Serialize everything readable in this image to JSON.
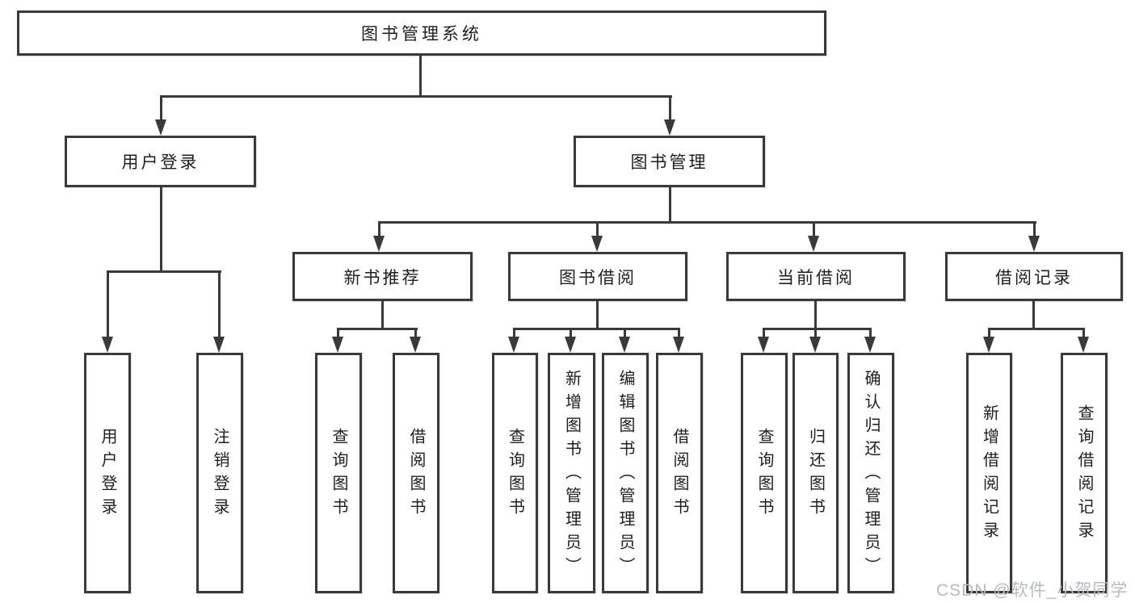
{
  "diagram_type": "hierarchy-tree",
  "colors": {
    "line": "#3a3a3a",
    "text": "#1e1e1e",
    "background": "#ffffff",
    "watermark": "#b5bbc2"
  },
  "tree": {
    "label": "图书管理系统",
    "children": [
      {
        "label": "用户登录",
        "children": [
          {
            "label": "用户登录"
          },
          {
            "label": "注销登录"
          }
        ]
      },
      {
        "label": "图书管理",
        "children": [
          {
            "label": "新书推荐",
            "children": [
              {
                "label": "查询图书"
              },
              {
                "label": "借阅图书"
              }
            ]
          },
          {
            "label": "图书借阅",
            "children": [
              {
                "label": "查询图书"
              },
              {
                "label": "新增图书（管理员）"
              },
              {
                "label": "编辑图书（管理员）"
              },
              {
                "label": "借阅图书"
              }
            ]
          },
          {
            "label": "当前借阅",
            "children": [
              {
                "label": "查询图书"
              },
              {
                "label": "归还图书"
              },
              {
                "label": "确认归还（管理员）"
              }
            ]
          },
          {
            "label": "借阅记录",
            "children": [
              {
                "label": "新增借阅记录"
              },
              {
                "label": "查询借阅记录"
              }
            ]
          }
        ]
      }
    ]
  },
  "watermark": {
    "text": "CSDN @软件_小贺同学"
  }
}
